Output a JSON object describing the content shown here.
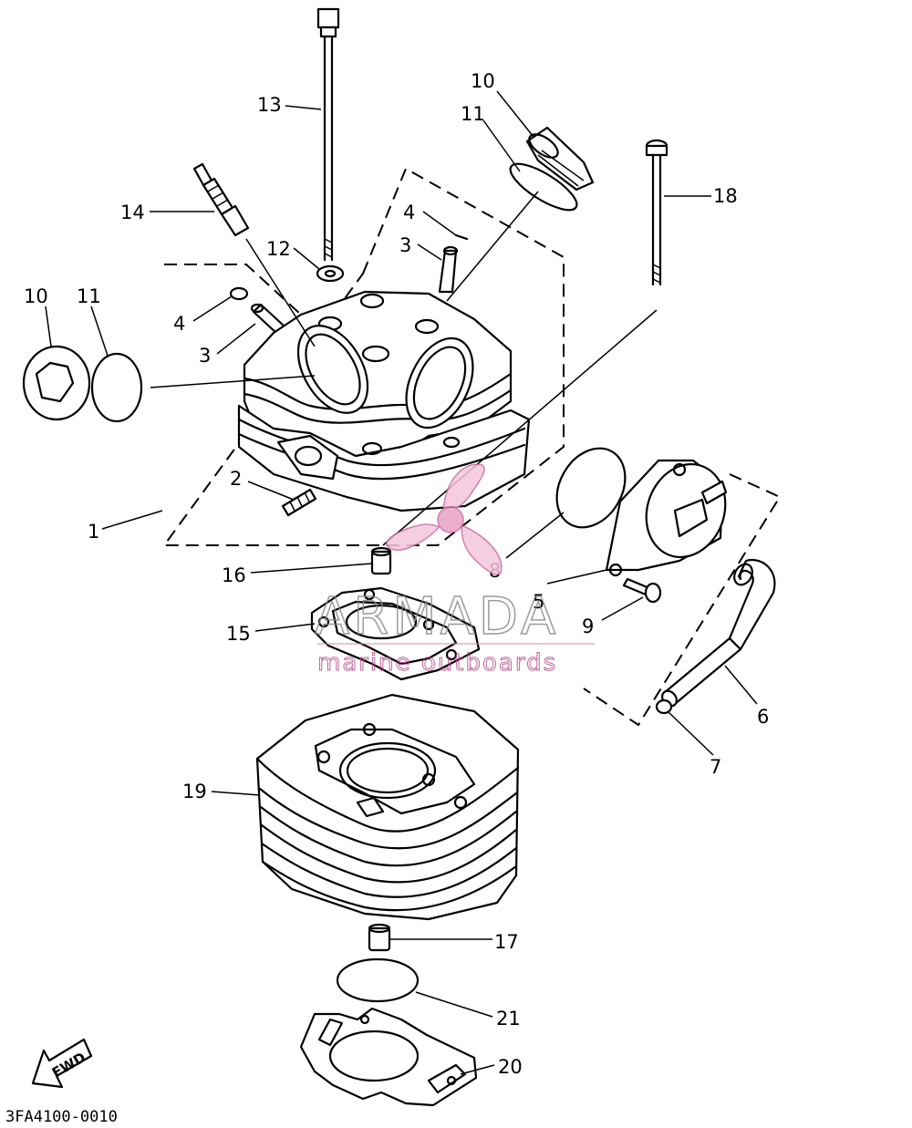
{
  "diagram": {
    "callouts": [
      {
        "id": "c1",
        "label": "1"
      },
      {
        "id": "c2",
        "label": "2"
      },
      {
        "id": "c3a",
        "label": "3"
      },
      {
        "id": "c3b",
        "label": "3"
      },
      {
        "id": "c4a",
        "label": "4"
      },
      {
        "id": "c4b",
        "label": "4"
      },
      {
        "id": "c5",
        "label": "5"
      },
      {
        "id": "c6",
        "label": "6"
      },
      {
        "id": "c7",
        "label": "7"
      },
      {
        "id": "c8",
        "label": "8"
      },
      {
        "id": "c9",
        "label": "9"
      },
      {
        "id": "c10a",
        "label": "10"
      },
      {
        "id": "c10b",
        "label": "10"
      },
      {
        "id": "c11a",
        "label": "11"
      },
      {
        "id": "c11b",
        "label": "11"
      },
      {
        "id": "c12",
        "label": "12"
      },
      {
        "id": "c13",
        "label": "13"
      },
      {
        "id": "c14",
        "label": "14"
      },
      {
        "id": "c15",
        "label": "15"
      },
      {
        "id": "c16",
        "label": "16"
      },
      {
        "id": "c17",
        "label": "17"
      },
      {
        "id": "c18",
        "label": "18"
      },
      {
        "id": "c19",
        "label": "19"
      },
      {
        "id": "c20",
        "label": "20"
      },
      {
        "id": "c21",
        "label": "21"
      }
    ],
    "direction_label": "FWD",
    "diagram_code": "3FA4100-0010"
  },
  "watermark": {
    "brand": "ARMADA",
    "tagline": "marine outboards",
    "brand_color": "#e2a3c6",
    "text_color": "#8a8a8a"
  }
}
